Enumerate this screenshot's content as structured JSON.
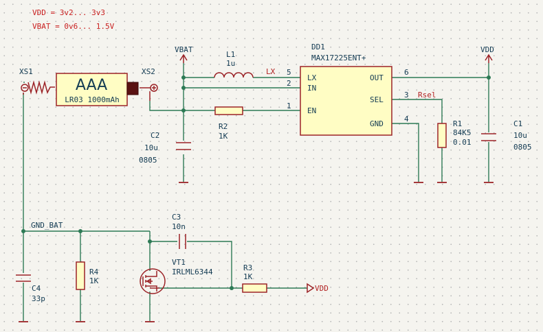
{
  "notes": [
    "VDD = 3v2... 3v3",
    "VBAT = 0v6... 1.5V"
  ],
  "power": {
    "vbat": "VBAT",
    "vdd_top": "VDD",
    "vdd_out": "VDD"
  },
  "battery": {
    "xs1": "XS1",
    "xs2": "XS2",
    "label": "AAA",
    "model": "LR03 1000mAh"
  },
  "ic": {
    "ref": "DD1",
    "part": "MAX17225ENT+",
    "pins": {
      "lx": "LX",
      "in": "IN",
      "en": "EN",
      "out": "OUT",
      "sel": "SEL",
      "gnd": "GND"
    },
    "pin_numbers": {
      "lx": "5",
      "in": "2",
      "en": "1",
      "out": "6",
      "sel": "3",
      "gnd": "4"
    }
  },
  "inductor": {
    "ref": "L1",
    "value": "1u"
  },
  "net_labels": {
    "lx": "LX",
    "rsel": "Rsel",
    "gnd_bat": "GND_BAT"
  },
  "r1": {
    "ref": "R1",
    "value": "84K5",
    "tol": "0.01"
  },
  "r2": {
    "ref": "R2",
    "value": "1K"
  },
  "r3": {
    "ref": "R3",
    "value": "1K"
  },
  "r4": {
    "ref": "R4",
    "value": "1K"
  },
  "c1": {
    "ref": "C1",
    "value": "10u",
    "size": "0805"
  },
  "c2": {
    "ref": "C2",
    "value": "10u",
    "size": "0805"
  },
  "c3": {
    "ref": "C3",
    "value": "10n"
  },
  "c4": {
    "ref": "C4",
    "value": "33p"
  },
  "vt1": {
    "ref": "VT1",
    "part": "IRLML6344"
  },
  "colors": {
    "wire": "#2d7a55",
    "component": "#9b2226",
    "text": "#123a52",
    "note": "#c81e1e",
    "body_fill": "#fffdc4"
  }
}
